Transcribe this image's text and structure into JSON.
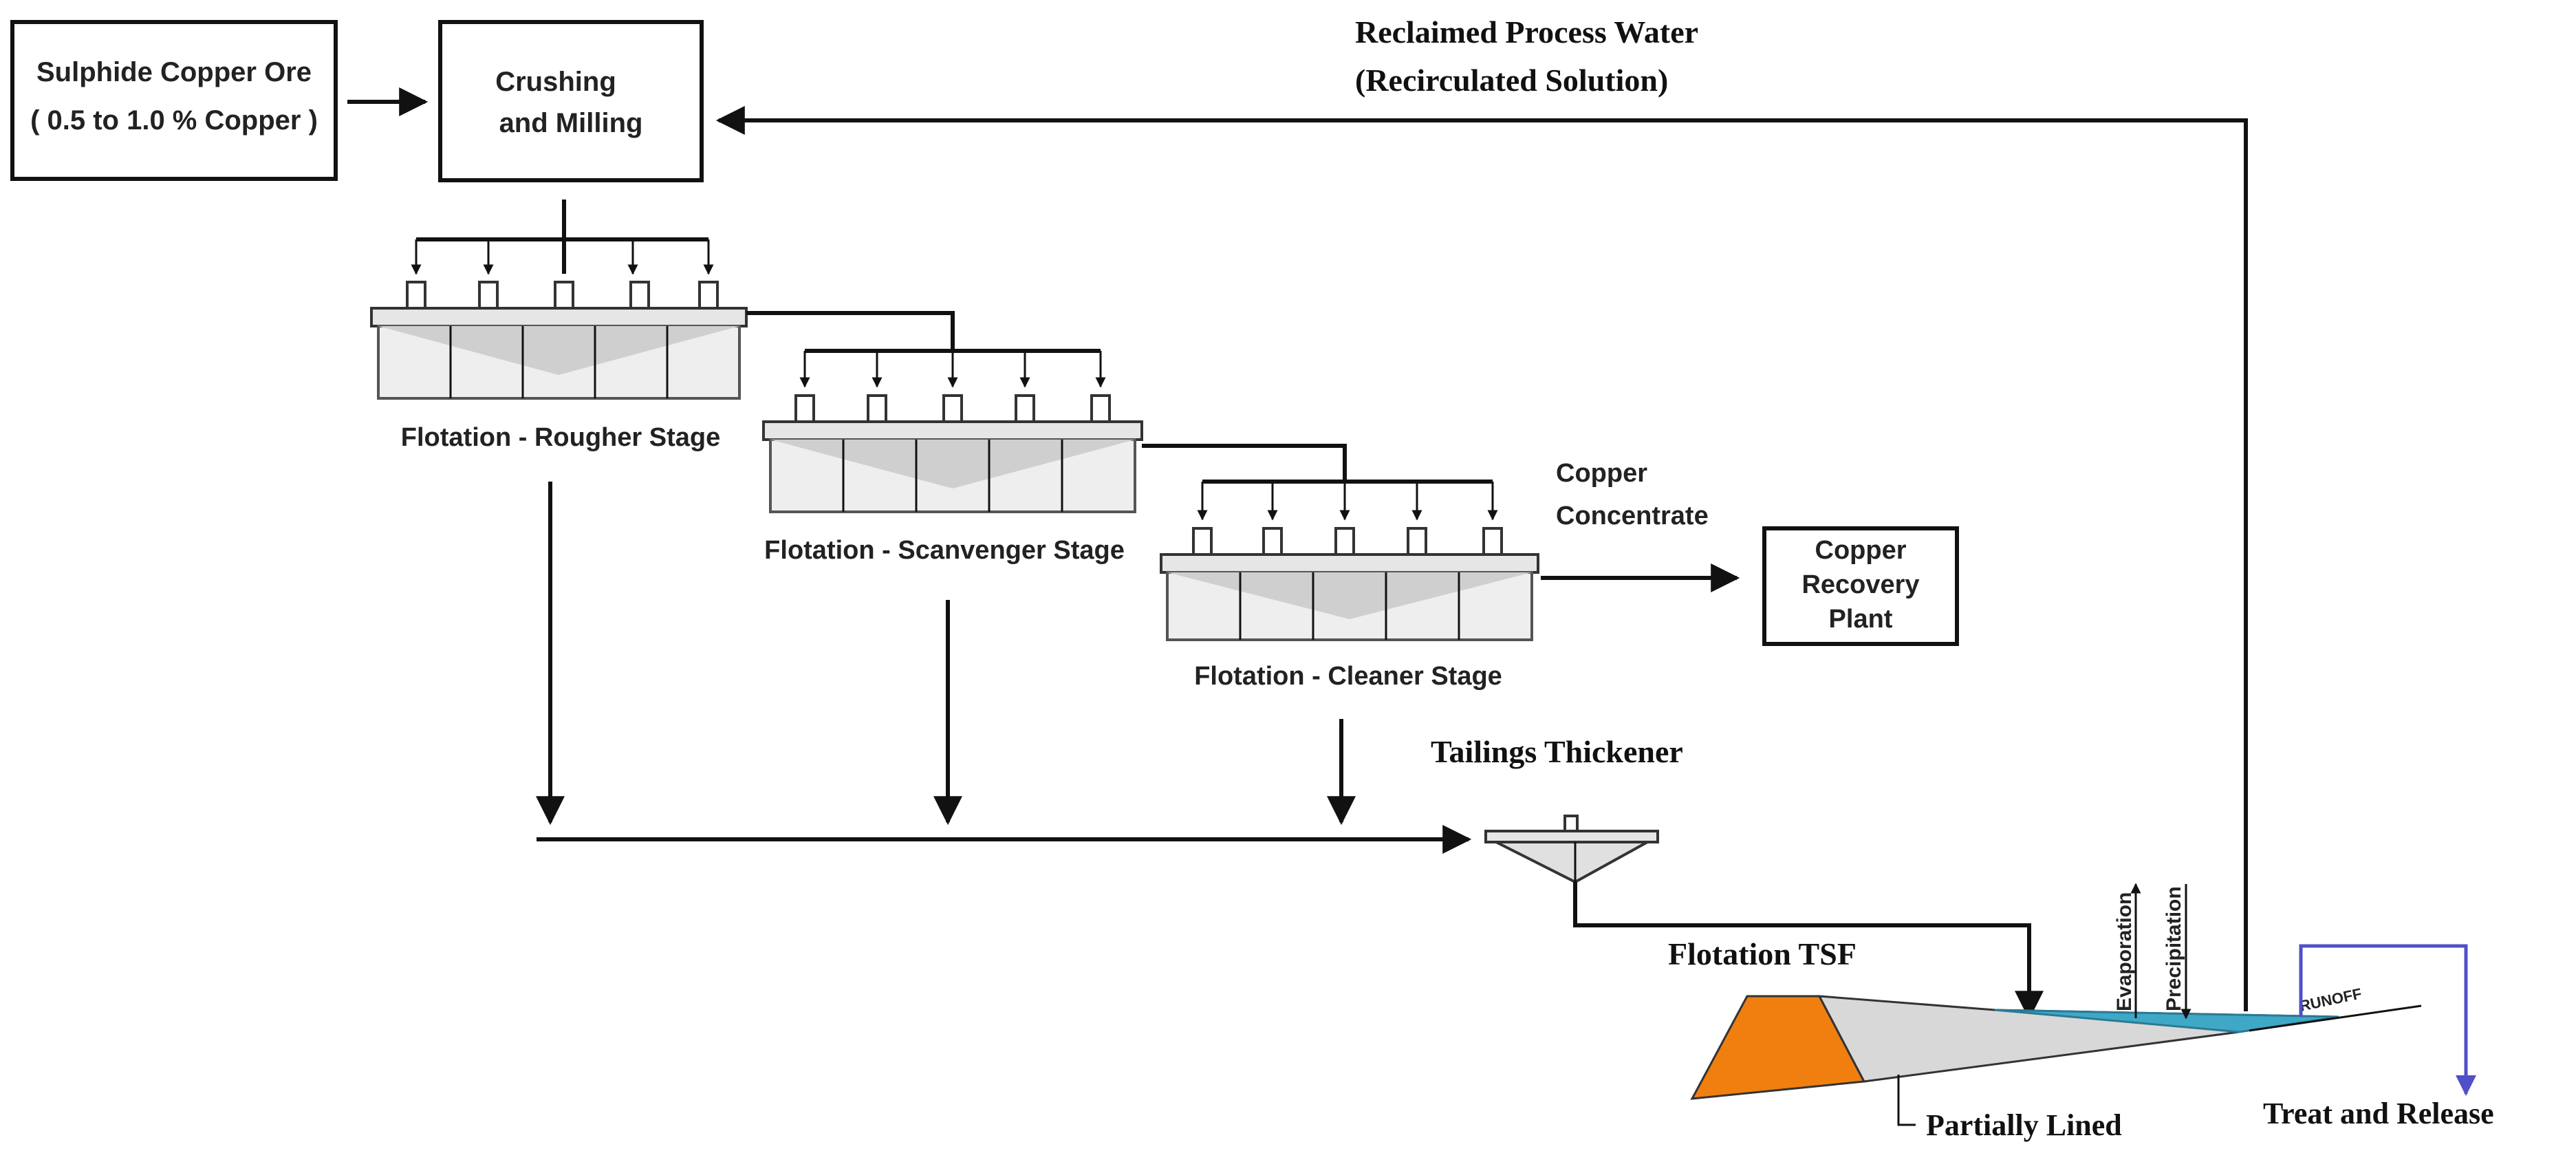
{
  "nodes": {
    "ore": {
      "line1": "Sulphide Copper Ore",
      "line2": "( 0.5 to 1.0 % Copper )"
    },
    "crushing": {
      "line1": "Crushing",
      "line2": "and Milling"
    },
    "recovery": {
      "line1": "Copper",
      "line2": "Recovery",
      "line3": "Plant"
    }
  },
  "stages": {
    "rougher": "Flotation - Rougher Stage",
    "scavenger": "Flotation - Scanvenger Stage",
    "cleaner": "Flotation - Cleaner Stage"
  },
  "labels": {
    "reclaimed_line1": "Reclaimed Process Water",
    "reclaimed_line2": "(Recirculated Solution)",
    "concentrate_line1": "Copper",
    "concentrate_line2": "Concentrate",
    "thickener": "Tailings Thickener",
    "tsf": "Flotation TSF",
    "evaporation": "Evaporation",
    "precipitation": "Precipitation",
    "runoff": "RUNOFF",
    "partially_lined": "Partially Lined",
    "treat_release": "Treat and Release"
  },
  "colors": {
    "dam": "#f07f10",
    "water": "#3fa8c6",
    "tailings": "#d8d8d8",
    "runoff_line": "#5050c8"
  }
}
